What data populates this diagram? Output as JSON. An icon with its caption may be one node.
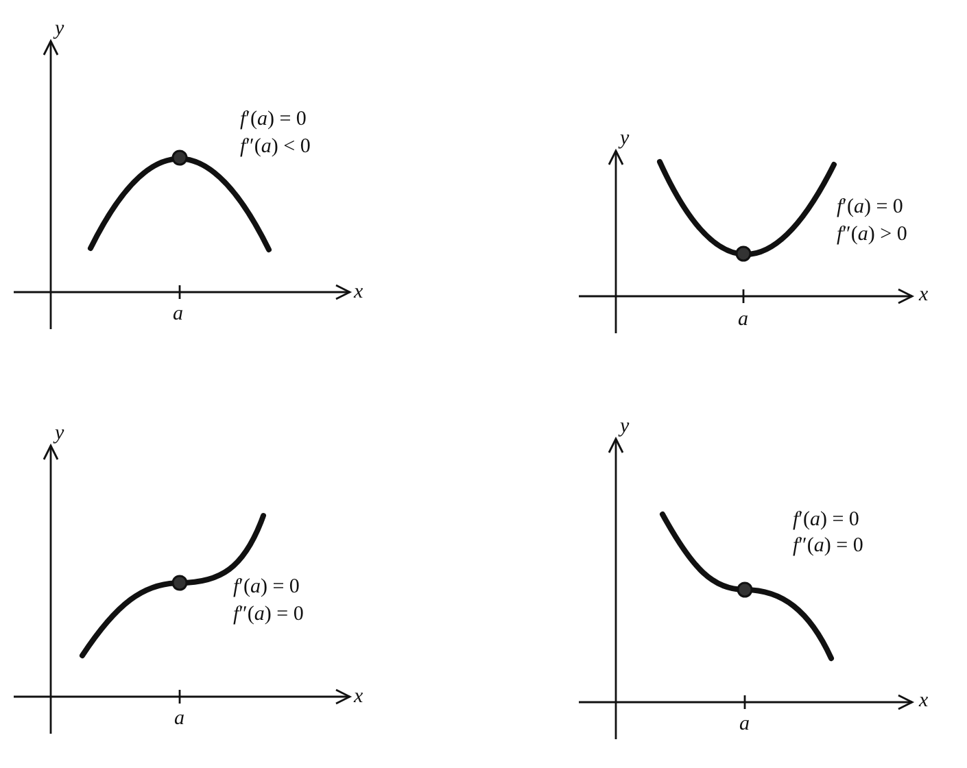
{
  "diagram": {
    "labels": [
      "y",
      "*f*′(*a*) = 0",
      "*f*″(*a*) < 0",
      "a",
      "x",
      "y",
      "*f*′(*a*) = 0",
      "*f*″(*a*) > 0",
      "a",
      "x",
      "y",
      "*f*′(*a*) = 0",
      "*f*″(*a*) = 0",
      "a",
      "x",
      "y",
      "*f*′(*a*) = 0",
      "*f*″(*a*) = 0",
      "a",
      "x"
    ]
  }
}
